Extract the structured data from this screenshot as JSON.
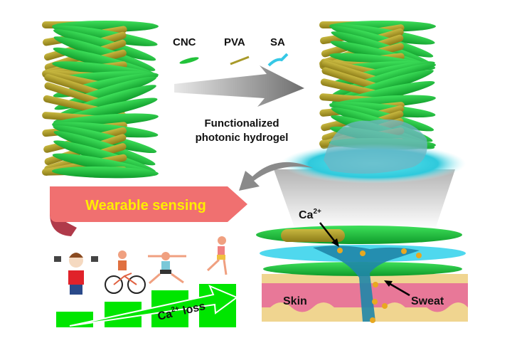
{
  "legend": {
    "items": [
      {
        "label": "CNC",
        "color": "#22c23a"
      },
      {
        "label": "PVA",
        "color": "#a89a2a"
      },
      {
        "label": "SA",
        "color": "#36c8e6"
      }
    ]
  },
  "process": {
    "line1": "Functionalized",
    "line2": "photonic hydrogel"
  },
  "banner": {
    "label": "Wearable sensing",
    "text_color": "#ffee00",
    "ribbon_color": "#f07070"
  },
  "skin_panel": {
    "ion_label": "Ca",
    "ion_charge": "2+",
    "sweat_label": "Sweat",
    "skin_label": "Skin"
  },
  "activity": {
    "figures": [
      "weightlifting-figure",
      "cycling-figure",
      "yoga-figure",
      "running-figure"
    ],
    "arrow_label": "Ca",
    "arrow_charge": "2+",
    "arrow_suffix": " loss",
    "bar_color": "#00e600"
  }
}
